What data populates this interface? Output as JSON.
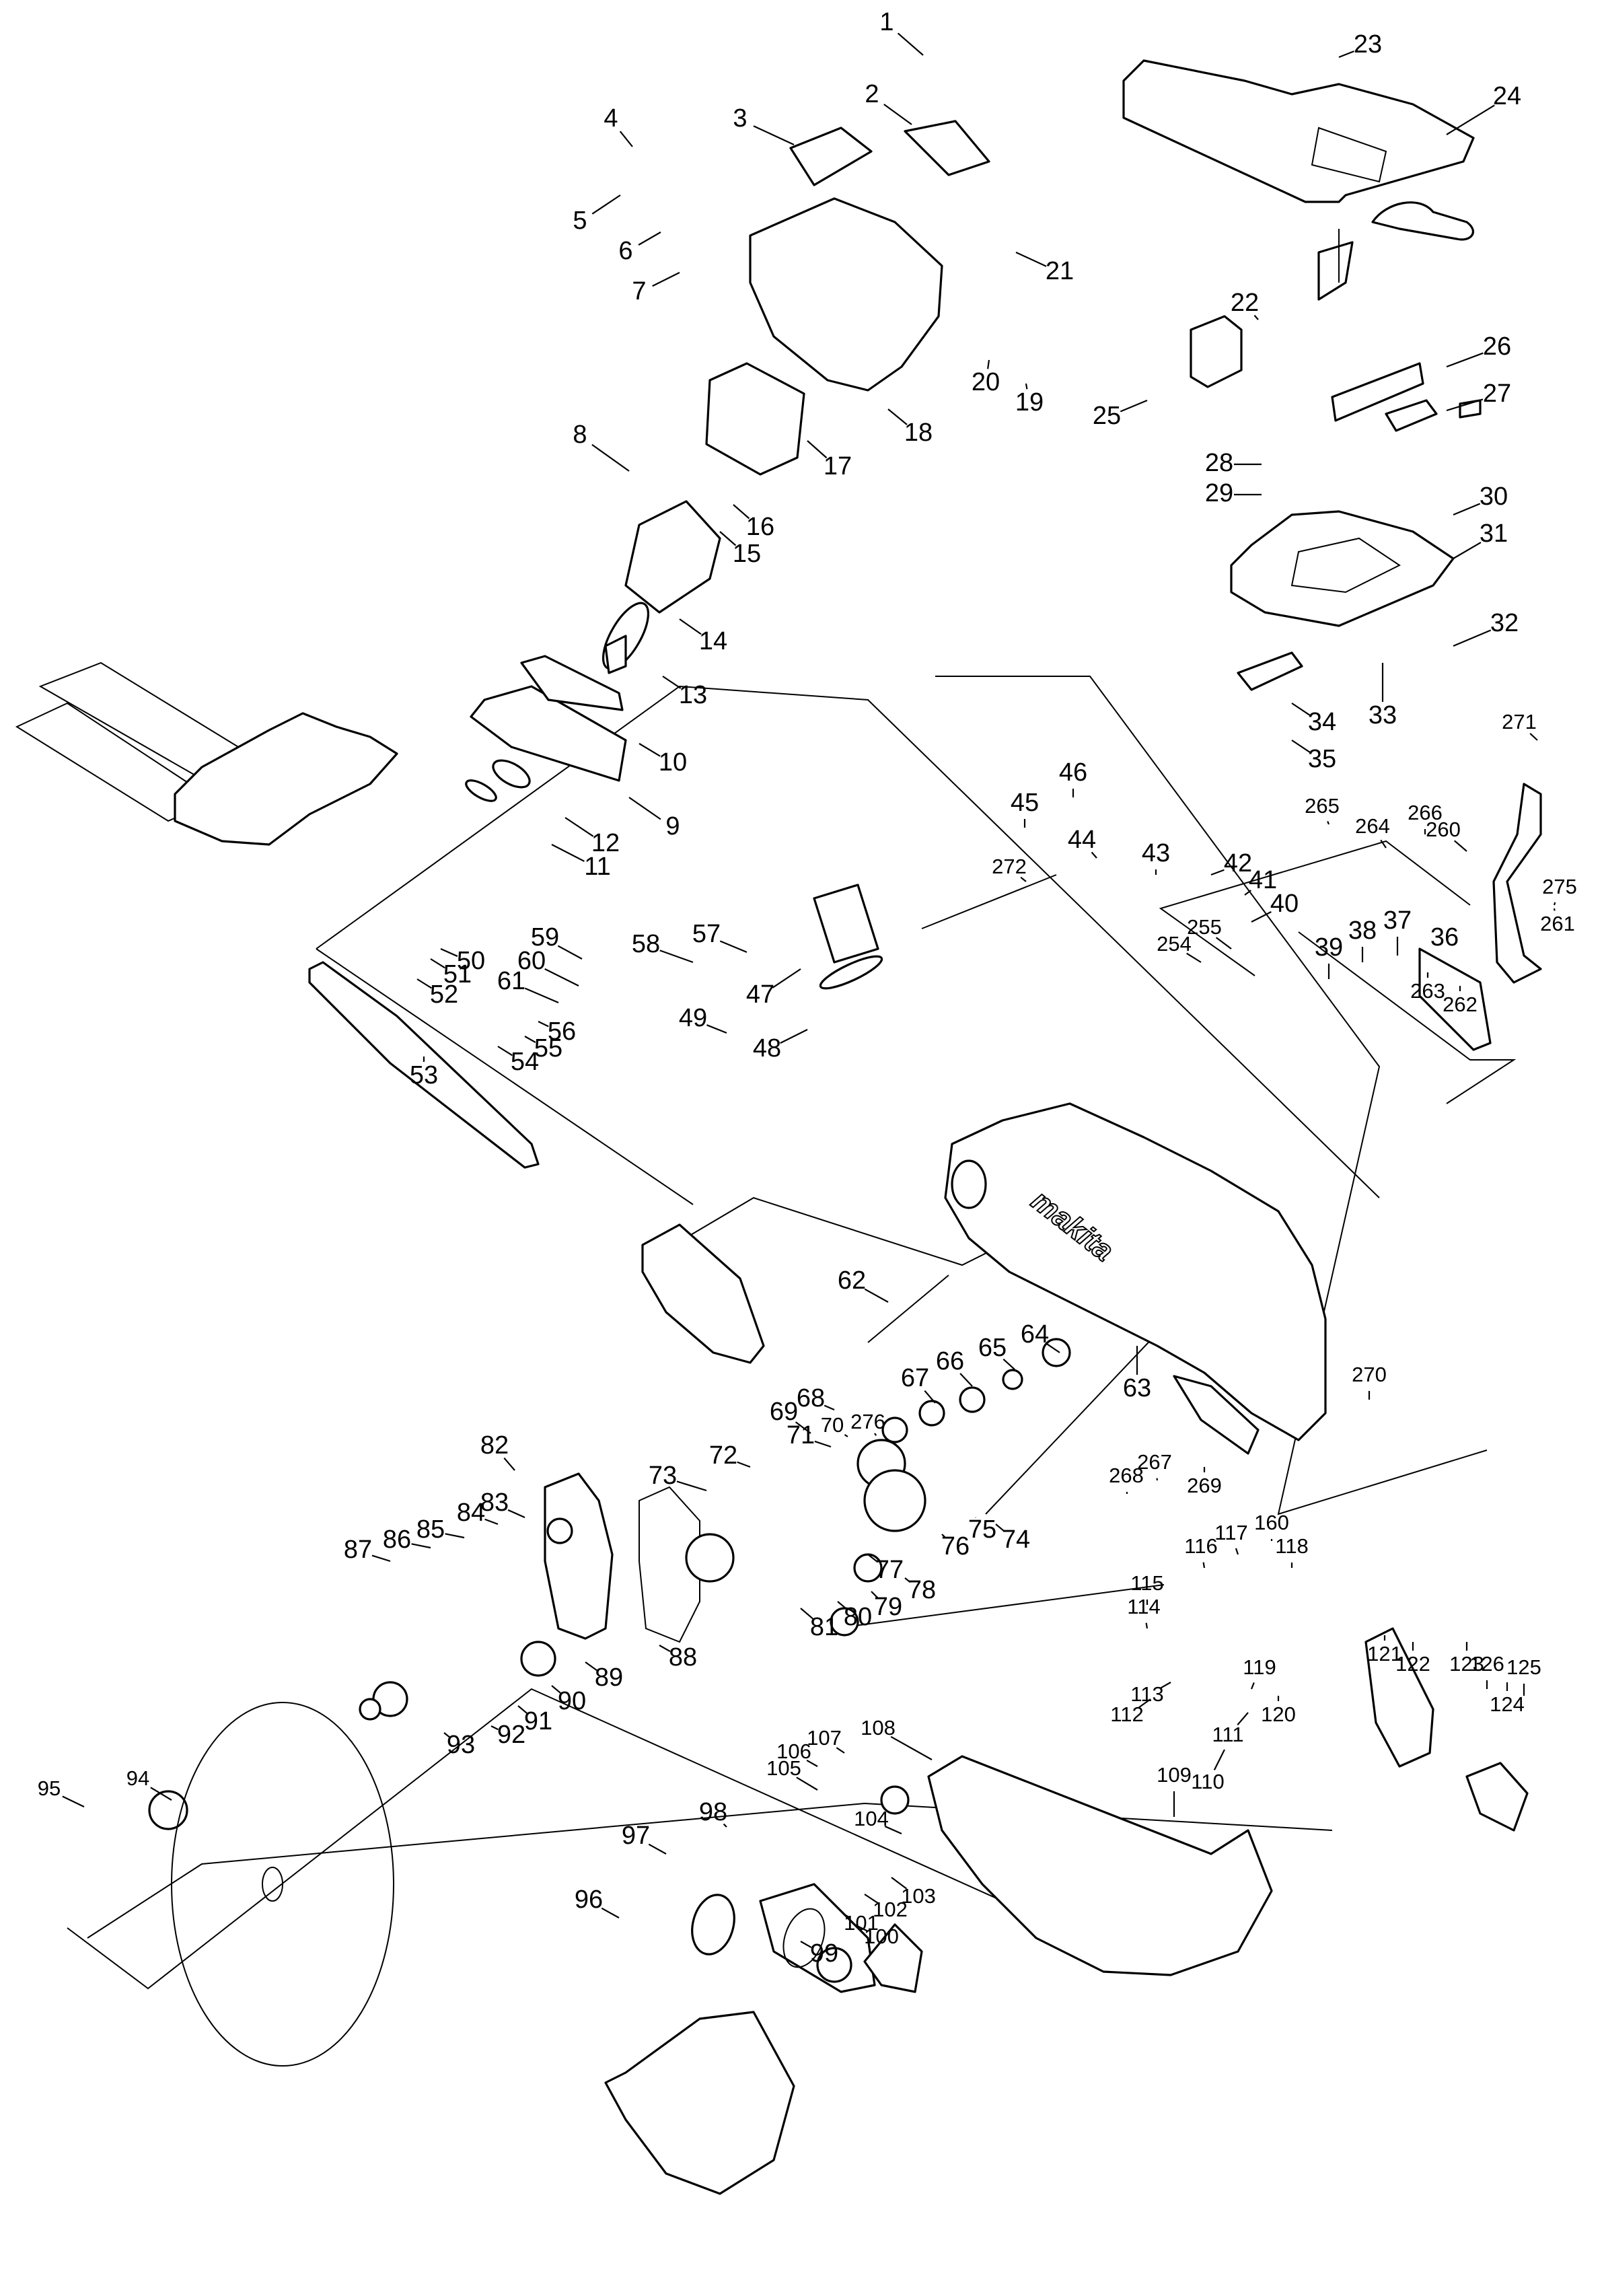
{
  "diagram": {
    "type": "exploded-parts-diagram",
    "subject": "slide compound miter saw — motor, handle, blade case & guards",
    "brand_text": "makita",
    "part_labels": [
      "1",
      "2",
      "3",
      "4",
      "5",
      "6",
      "7",
      "8",
      "9",
      "10",
      "11",
      "12",
      "13",
      "14",
      "15",
      "16",
      "17",
      "18",
      "19",
      "20",
      "21",
      "22",
      "23",
      "24",
      "25",
      "26",
      "27",
      "28",
      "29",
      "30",
      "31",
      "32",
      "33",
      "34",
      "35",
      "36",
      "37",
      "38",
      "39",
      "40",
      "41",
      "42",
      "43",
      "44",
      "45",
      "46",
      "47",
      "48",
      "49",
      "50",
      "51",
      "52",
      "53",
      "54",
      "55",
      "56",
      "57",
      "58",
      "59",
      "60",
      "61",
      "62",
      "63",
      "64",
      "65",
      "66",
      "67",
      "68",
      "69",
      "70",
      "71",
      "72",
      "73",
      "74",
      "75",
      "76",
      "77",
      "78",
      "79",
      "80",
      "81",
      "82",
      "83",
      "84",
      "85",
      "86",
      "87",
      "88",
      "89",
      "90",
      "91",
      "92",
      "93",
      "94",
      "95",
      "96",
      "97",
      "98",
      "99",
      "100",
      "101",
      "102",
      "103",
      "104",
      "105",
      "106",
      "107",
      "108",
      "109",
      "110",
      "111",
      "112",
      "113",
      "114",
      "115",
      "116",
      "117",
      "118",
      "119",
      "120",
      "121",
      "122",
      "123",
      "124",
      "125",
      "126",
      "160",
      "254",
      "255",
      "260",
      "261",
      "262",
      "263",
      "264",
      "265",
      "266",
      "267",
      "268",
      "269",
      "270",
      "271",
      "272",
      "275",
      "276"
    ]
  }
}
